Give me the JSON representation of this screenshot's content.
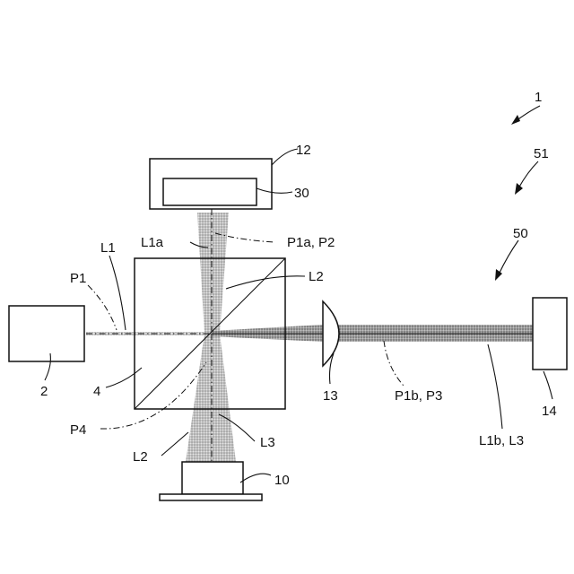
{
  "figure": {
    "refs": {
      "apparatus": "1",
      "group_a": "51",
      "group_b": "50",
      "source": "2",
      "splitter": "4",
      "detector_holder": "12",
      "detector": "30",
      "specimen": "10",
      "lens": "13",
      "target": "14"
    },
    "beams": {
      "l1": "L1",
      "l1a": "L1a",
      "l1b_l3": "L1b, L3",
      "l2_upper": "L2",
      "l2_lower": "L2",
      "l3": "L3"
    },
    "axes": {
      "p1": "P1",
      "p1a_p2": "P1a, P2",
      "p1b_p3": "P1b, P3",
      "p4": "P4"
    },
    "colors": {
      "beam_fill": "#b9b9b9",
      "line": "#111111"
    }
  }
}
